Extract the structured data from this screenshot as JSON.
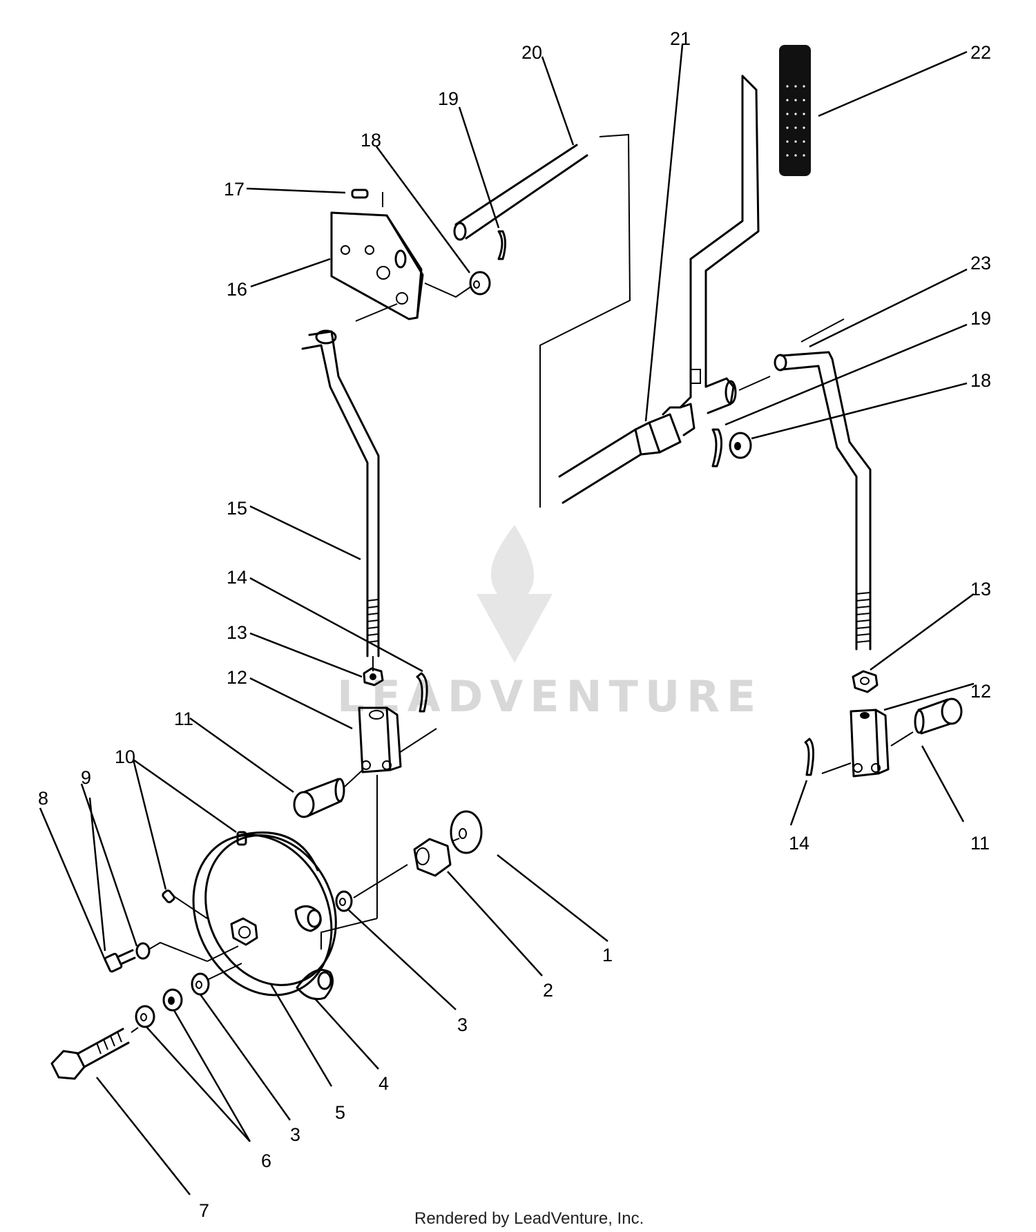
{
  "watermark": {
    "text": "LEADVENTURE"
  },
  "footer": {
    "text": "Rendered by LeadVenture, Inc."
  },
  "callouts": {
    "c1": "1",
    "c2": "2",
    "c3a": "3",
    "c3b": "3",
    "c4": "4",
    "c5": "5",
    "c6": "6",
    "c7": "7",
    "c8": "8",
    "c9": "9",
    "c10": "10",
    "c11a": "11",
    "c11b": "11",
    "c12a": "12",
    "c12b": "12",
    "c13a": "13",
    "c13b": "13",
    "c14a": "14",
    "c14b": "14",
    "c15": "15",
    "c16": "16",
    "c17": "17",
    "c18a": "18",
    "c18b": "18",
    "c19a": "19",
    "c19b": "19",
    "c20": "20",
    "c21": "21",
    "c22": "22",
    "c23": "23"
  }
}
